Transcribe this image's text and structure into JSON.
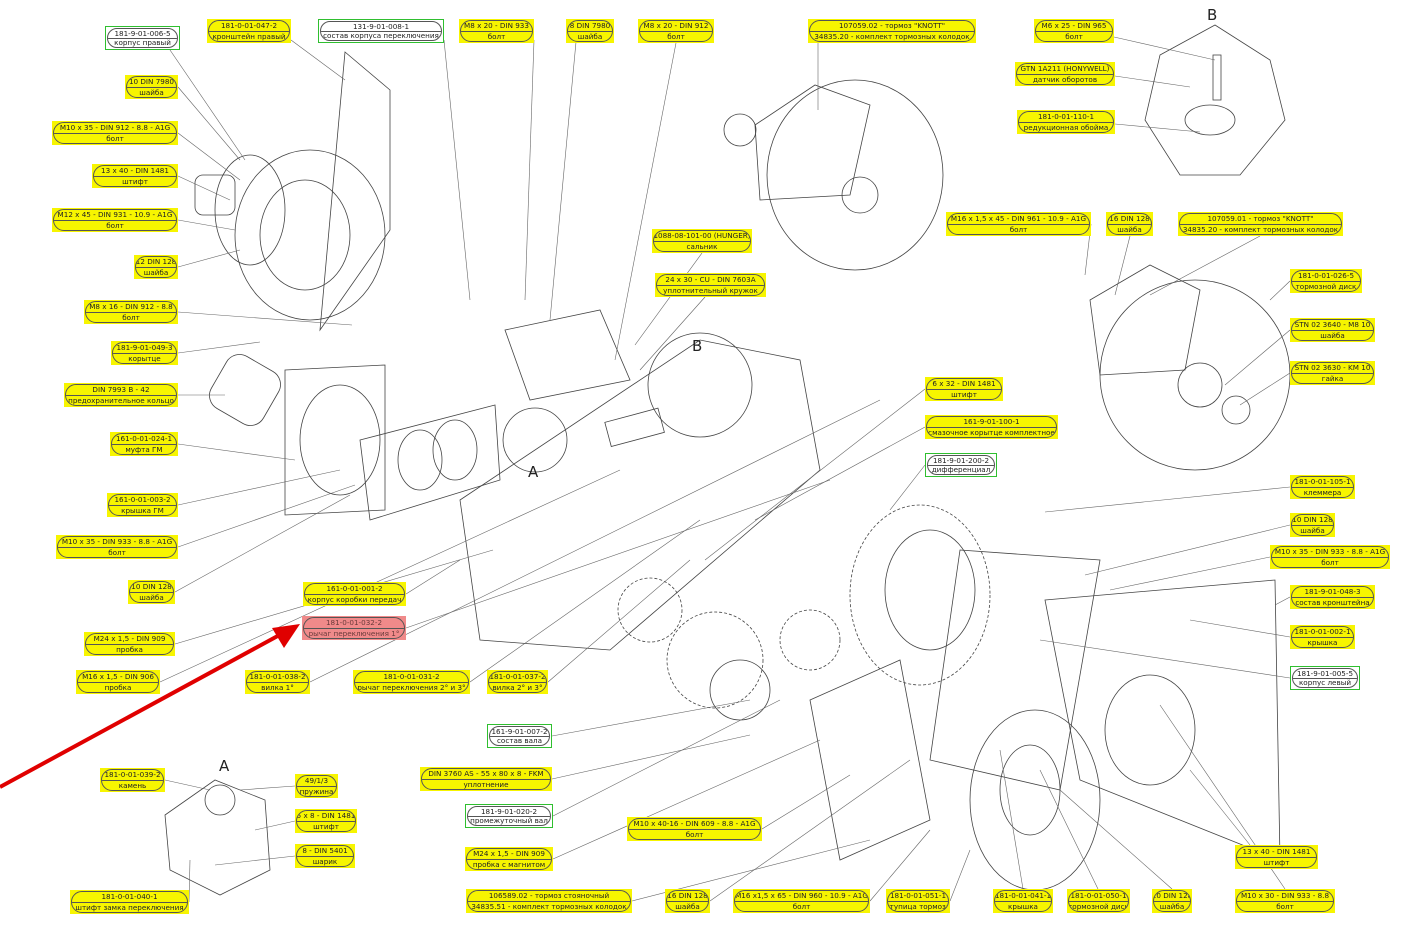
{
  "labels": [
    {
      "top": "181-9-01-006-5",
      "bottom": "корпус правый",
      "style": "green"
    },
    {
      "top": "181-0-01-047-2",
      "bottom": "кронштейн правый",
      "style": "yellow"
    },
    {
      "top": "131-9-01-008-1",
      "bottom": "состав корпуса переключения",
      "style": "green"
    },
    {
      "top": "M8 x 20 - DIN 933",
      "bottom": "болт",
      "style": "yellow"
    },
    {
      "top": "8 DIN 7980",
      "bottom": "шайба",
      "style": "yellow"
    },
    {
      "top": "M8 x 20 - DIN 912",
      "bottom": "болт",
      "style": "yellow"
    },
    {
      "top": "107059.02 - тормоз \"KNOTT\"",
      "bottom": "34835.20 - комплект тормозных колодок",
      "style": "yellow"
    },
    {
      "top": "M6 x 25 - DIN 965",
      "bottom": "болт",
      "style": "yellow"
    },
    {
      "top": "GTN 1A211 (HONYWELL)",
      "bottom": "датчик оборотов",
      "style": "yellow"
    },
    {
      "top": "181-0-01-110-1",
      "bottom": "редукционная обойма",
      "style": "yellow"
    },
    {
      "top": "10 DIN 7980",
      "bottom": "шайба",
      "style": "yellow"
    },
    {
      "top": "M10 x 35 - DIN 912 - 8.8 - A1G",
      "bottom": "болт",
      "style": "yellow"
    },
    {
      "top": "13 x 40 - DIN 1481",
      "bottom": "штифт",
      "style": "yellow"
    },
    {
      "top": "M12 x 45 - DIN 931 - 10.9 - A1G",
      "bottom": "болт",
      "style": "yellow"
    },
    {
      "top": "12 DIN 128",
      "bottom": "шайба",
      "style": "yellow"
    },
    {
      "top": "M8 x 16 - DIN 912 - 8.8",
      "bottom": "болт",
      "style": "yellow"
    },
    {
      "top": "181-9-01-049-3",
      "bottom": "корытце",
      "style": "yellow"
    },
    {
      "top": "DIN 7993 B - 42",
      "bottom": "предохранительное кольцо",
      "style": "yellow"
    },
    {
      "top": "161-0-01-024-1",
      "bottom": "муфта ГМ",
      "style": "yellow"
    },
    {
      "top": "161-0-01-003-2",
      "bottom": "крышка ГМ",
      "style": "yellow"
    },
    {
      "top": "M10 x 35 - DIN 933 - 8.8 - A1G",
      "bottom": "болт",
      "style": "yellow"
    },
    {
      "top": "10 DIN 128",
      "bottom": "шайба",
      "style": "yellow"
    },
    {
      "top": "M24 x 1,5 - DIN 909",
      "bottom": "пробка",
      "style": "yellow"
    },
    {
      "top": "M16 x 1,5 - DIN 906",
      "bottom": "пробка",
      "style": "yellow"
    },
    {
      "top": "1088-08-101-00 (HUNGER)",
      "bottom": "сальник",
      "style": "yellow"
    },
    {
      "top": "24 x 30 - CU - DIN 7603A",
      "bottom": "уплотнительный кружок",
      "style": "yellow"
    },
    {
      "top": "M16 x 1,5 x 45 - DIN 961 - 10.9 - A1G",
      "bottom": "болт",
      "style": "yellow"
    },
    {
      "top": "16 DIN 128",
      "bottom": "шайба",
      "style": "yellow"
    },
    {
      "top": "107059.01 - тормоз \"KNOTT\"",
      "bottom": "34835.20 - комплект тормозных колодок",
      "style": "yellow"
    },
    {
      "top": "181-0-01-026-5",
      "bottom": "тормозной диск",
      "style": "yellow"
    },
    {
      "top": "STN 02 3640 - M8 10",
      "bottom": "шайба",
      "style": "yellow"
    },
    {
      "top": "STN 02 3630 - KM 10",
      "bottom": "гайка",
      "style": "yellow"
    },
    {
      "top": "6 x 32 - DIN 1481",
      "bottom": "штифт",
      "style": "yellow"
    },
    {
      "top": "161-9-01-100-1",
      "bottom": "смазочное корытце комплектное",
      "style": "yellow"
    },
    {
      "top": "181-9-01-200-2",
      "bottom": "дифференциал",
      "style": "green"
    },
    {
      "top": "181-0-01-105-1",
      "bottom": "клеммера",
      "style": "yellow"
    },
    {
      "top": "10 DIN 128",
      "bottom": "шайба",
      "style": "yellow"
    },
    {
      "top": "M10 x 35 - DIN 933 - 8.8 - A1G",
      "bottom": "болт",
      "style": "yellow"
    },
    {
      "top": "181-9-01-048-3",
      "bottom": "состав кронштейна",
      "style": "yellow"
    },
    {
      "top": "181-0-01-002-1",
      "bottom": "крышка",
      "style": "yellow"
    },
    {
      "top": "181-9-01-005-5",
      "bottom": "корпус левый",
      "style": "green"
    },
    {
      "top": "161-0-01-001-2",
      "bottom": "корпус коробки передач",
      "style": "yellow"
    },
    {
      "top": "181-0-01-032-2",
      "bottom": "рычаг переключения 1°",
      "style": "red"
    },
    {
      "top": "181-0-01-038-2",
      "bottom": "вилка 1°",
      "style": "yellow"
    },
    {
      "top": "181-0-01-031-2",
      "bottom": "рычаг переключения 2° и 3°",
      "style": "yellow"
    },
    {
      "top": "181-0-01-037-2",
      "bottom": "вилка 2° и 3°",
      "style": "yellow"
    },
    {
      "top": "161-9-01-007-2",
      "bottom": "состав вала",
      "style": "green"
    },
    {
      "top": "DIN 3760 AS - 55 x 80 x 8 - FKM",
      "bottom": "уплотнение",
      "style": "yellow"
    },
    {
      "top": "181-9-01-020-2",
      "bottom": "промежуточный вал",
      "style": "green"
    },
    {
      "top": "M24 x 1,5 - DIN 909",
      "bottom": "пробка с магнитом",
      "style": "yellow"
    },
    {
      "top": "106589.02 - тормоз стояночный",
      "bottom": "34835.51 - комплект тормозных колодок",
      "style": "yellow"
    },
    {
      "top": "M10 x 40-16 - DIN 609 - 8.8 - A1G",
      "bottom": "болт",
      "style": "yellow"
    },
    {
      "top": "16 DIN 128",
      "bottom": "шайба",
      "style": "yellow"
    },
    {
      "top": "M16 x1,5 x 65 - DIN 960 - 10.9 - A1G",
      "bottom": "болт",
      "style": "yellow"
    },
    {
      "top": "181-0-01-051-1",
      "bottom": "ступица тормоза",
      "style": "yellow"
    },
    {
      "top": "181-0-01-041-1",
      "bottom": "крышка",
      "style": "yellow"
    },
    {
      "top": "181-0-01-050-1",
      "bottom": "тормозной диск",
      "style": "yellow"
    },
    {
      "top": "10 DIN 128",
      "bottom": "шайба",
      "style": "yellow"
    },
    {
      "top": "M10 x 30 - DIN 933 - 8.8",
      "bottom": "болт",
      "style": "yellow"
    },
    {
      "top": "13 x 40 - DIN 1481",
      "bottom": "штифт",
      "style": "yellow"
    },
    {
      "top": "181-0-01-039-2",
      "bottom": "камень",
      "style": "yellow"
    },
    {
      "top": "49/1/3",
      "bottom": "пружина",
      "style": "yellow"
    },
    {
      "top": "5 x 8 - DIN 1481",
      "bottom": "штифт",
      "style": "yellow"
    },
    {
      "top": "8 - DIN 5401",
      "bottom": "шарик",
      "style": "yellow"
    },
    {
      "top": "181-0-01-040-1",
      "bottom": "штифт замка переключения",
      "style": "yellow"
    }
  ],
  "detail_letters": [
    "B",
    "B",
    "A",
    "A"
  ],
  "colors": {
    "highlight": "#f7f500",
    "assembly_border": "#2fbf2f",
    "selected": "#f08a8a",
    "arrow": "#e00000"
  }
}
